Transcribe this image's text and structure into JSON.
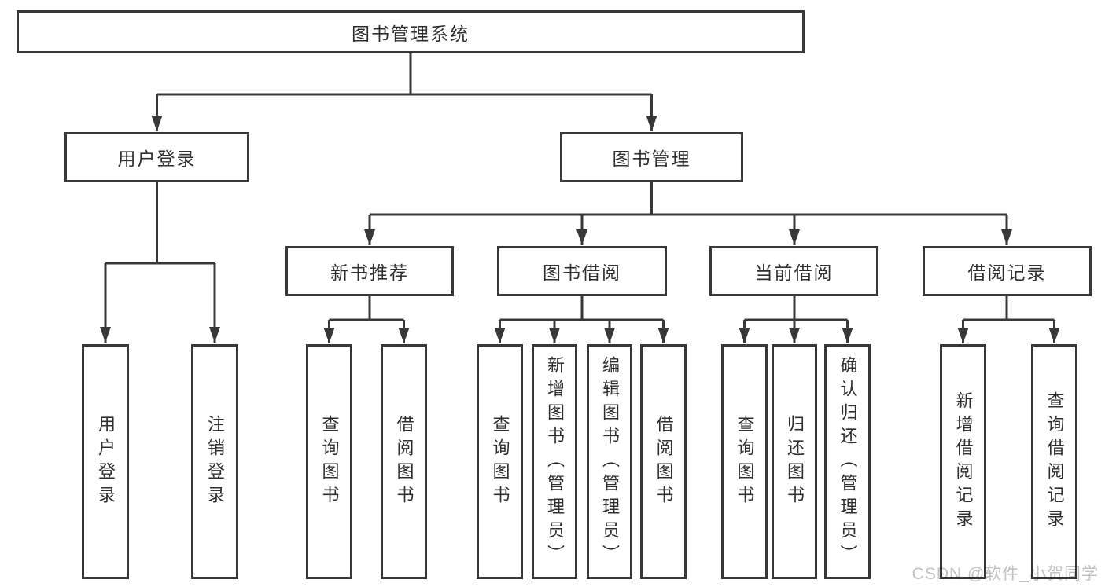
{
  "diagram": {
    "title": "图书管理系统",
    "root": {
      "label": "图书管理系统"
    },
    "branches": [
      {
        "label": "用户登录",
        "children": [
          {
            "label": "用户登录"
          },
          {
            "label": "注销登录"
          }
        ]
      },
      {
        "label": "图书管理",
        "children": [
          {
            "label": "新书推荐",
            "children": [
              {
                "label": "查询图书"
              },
              {
                "label": "借阅图书"
              }
            ]
          },
          {
            "label": "图书借阅",
            "children": [
              {
                "label": "查询图书"
              },
              {
                "label": "新增图书（管理员）"
              },
              {
                "label": "编辑图书（管理员）"
              },
              {
                "label": "借阅图书"
              }
            ]
          },
          {
            "label": "当前借阅",
            "children": [
              {
                "label": "查询图书"
              },
              {
                "label": "归还图书"
              },
              {
                "label": "确认归还（管理员）"
              }
            ]
          },
          {
            "label": "借阅记录",
            "children": [
              {
                "label": "新增借阅记录"
              },
              {
                "label": "查询借阅记录"
              }
            ]
          }
        ]
      }
    ]
  },
  "watermark": {
    "text": "CSDN @软件_小贺同学"
  },
  "colors": {
    "line": "#383838",
    "box_border": "#383838",
    "text": "#2F2F2F",
    "background": "#FFFFFF",
    "watermark": "#C0C0C0"
  }
}
